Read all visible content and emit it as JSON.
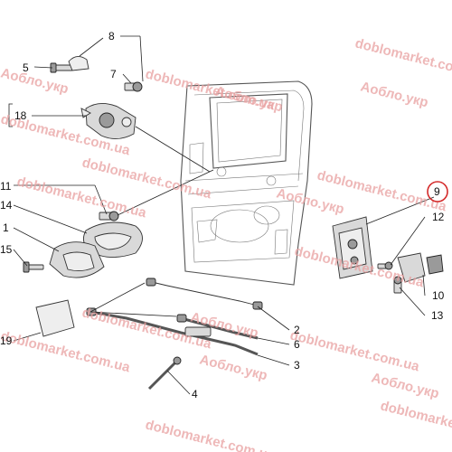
{
  "callouts": [
    {
      "id": "c1",
      "text": "1"
    },
    {
      "id": "c2",
      "text": "2"
    },
    {
      "id": "c3",
      "text": "3"
    },
    {
      "id": "c4",
      "text": "4"
    },
    {
      "id": "c5",
      "text": "5"
    },
    {
      "id": "c6",
      "text": "6"
    },
    {
      "id": "c7",
      "text": "7"
    },
    {
      "id": "c8",
      "text": "8"
    },
    {
      "id": "c9",
      "text": "9"
    },
    {
      "id": "c10",
      "text": "10"
    },
    {
      "id": "c11",
      "text": "11"
    },
    {
      "id": "c12",
      "text": "12"
    },
    {
      "id": "c13",
      "text": "13"
    },
    {
      "id": "c14",
      "text": "14"
    },
    {
      "id": "c15",
      "text": "15"
    },
    {
      "id": "c18",
      "text": "18"
    },
    {
      "id": "c19",
      "text": "19"
    }
  ],
  "watermarks": {
    "latin": "doblomarket.com.ua",
    "cyrillic": "Aoбло.укр"
  },
  "colors": {
    "watermark": "#e8a0a0",
    "highlight_circle": "#d42a2a",
    "line_art": "#333333"
  }
}
